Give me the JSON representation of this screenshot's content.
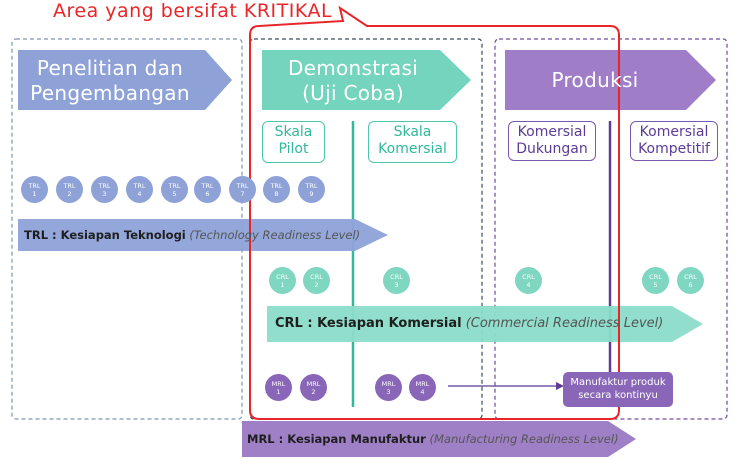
{
  "title": "Area yang bersifat KRITIKAL",
  "phases": [
    {
      "label_line1": "Penelitian dan",
      "label_line2": "Pengembangan"
    },
    {
      "label_line1": "Demonstrasi",
      "label_line2": "(Uji Coba)"
    },
    {
      "label_line1": "Produksi",
      "label_line2": ""
    }
  ],
  "sub_phases": [
    {
      "line1": "Skala",
      "line2": "Pilot"
    },
    {
      "line1": "Skala",
      "line2": "Komersial"
    },
    {
      "line1": "Komersial",
      "line2": "Dukungan"
    },
    {
      "line1": "Komersial",
      "line2": "Kompetitif"
    }
  ],
  "trl_levels": [
    {
      "code": "TRL",
      "num": "1"
    },
    {
      "code": "TRL",
      "num": "2"
    },
    {
      "code": "TRL",
      "num": "3"
    },
    {
      "code": "TRL",
      "num": "4"
    },
    {
      "code": "TRL",
      "num": "5"
    },
    {
      "code": "TRL",
      "num": "6"
    },
    {
      "code": "TRL",
      "num": "7"
    },
    {
      "code": "TRL",
      "num": "8"
    },
    {
      "code": "TRL",
      "num": "9"
    }
  ],
  "crl_levels": [
    {
      "code": "CRL",
      "num": "1"
    },
    {
      "code": "CRL",
      "num": "2"
    },
    {
      "code": "CRL",
      "num": "3"
    },
    {
      "code": "CRL",
      "num": "4"
    },
    {
      "code": "CRL",
      "num": "5"
    },
    {
      "code": "CRL",
      "num": "6"
    }
  ],
  "mrl_levels": [
    {
      "code": "MRL",
      "num": "1"
    },
    {
      "code": "MRL",
      "num": "2"
    },
    {
      "code": "MRL",
      "num": "3"
    },
    {
      "code": "MRL",
      "num": "4"
    }
  ],
  "trl_arrow": {
    "bold": "TRL : Kesiapan Teknologi",
    "italic": "(Technology Readiness Level)"
  },
  "crl_arrow": {
    "bold": "CRL : Kesiapan Komersial",
    "italic": "(Commercial Readiness Level)"
  },
  "mrl_arrow": {
    "bold": "MRL : Kesiapan Manufaktur",
    "italic": "(Manufacturing Readiness Level)"
  },
  "manufacture_box": {
    "line1": "Manufaktur produk",
    "line2": "secara kontinyu"
  },
  "colors": {
    "trl": "#8ea2d8",
    "crl": "#7fd6c1",
    "mrl": "#8a66b8",
    "critical": "#e8262a"
  }
}
